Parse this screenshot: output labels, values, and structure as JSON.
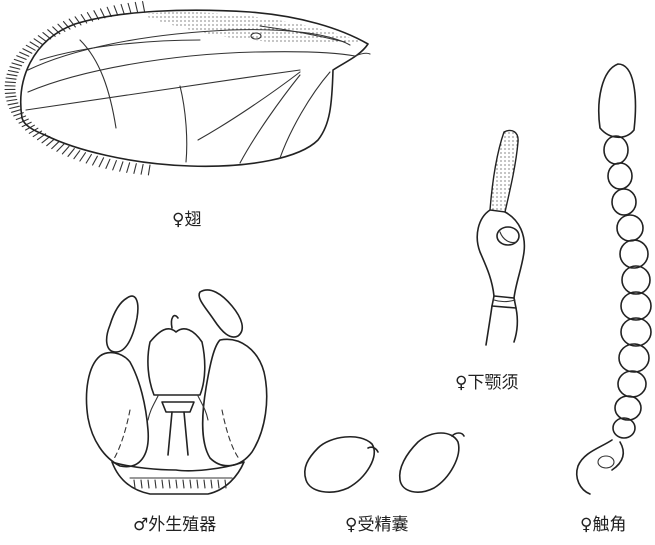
{
  "figure": {
    "captions": {
      "wing": "♀翅",
      "maxillary_palp": "♀下颚须",
      "male_genitalia": "♂外生殖器",
      "spermatheca": "♀受精囊",
      "antenna": "♀触角"
    }
  }
}
